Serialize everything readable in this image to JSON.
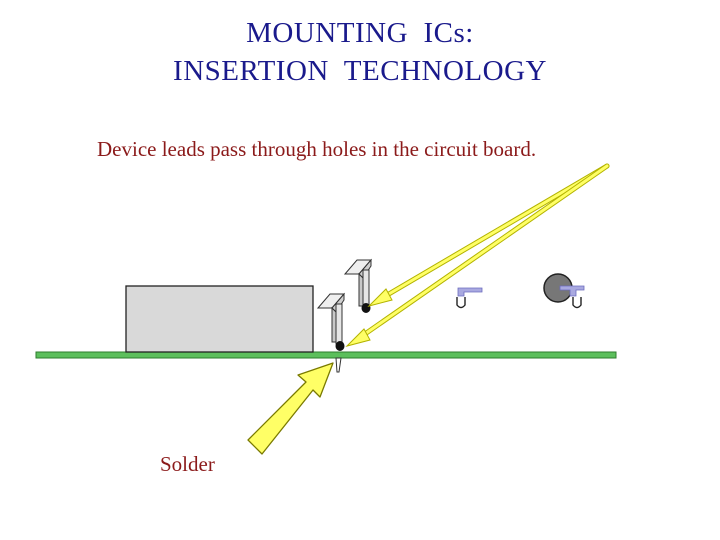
{
  "title": {
    "line1": "MOUNTING  ICs:",
    "line2": "INSERTION  TECHNOLOGY"
  },
  "subtitle": "Device leads pass through holes in the circuit board.",
  "solder_label": "Solder",
  "colors": {
    "title": "#1a1a8c",
    "text": "#8b1a1a",
    "board": "#5cbf5c",
    "package": "#d9d9d9",
    "arrow_fill": "#ffff66",
    "arrow_stroke": "#b3b300",
    "hole_bracket": "#a9a9e0",
    "ball": "#777777"
  }
}
